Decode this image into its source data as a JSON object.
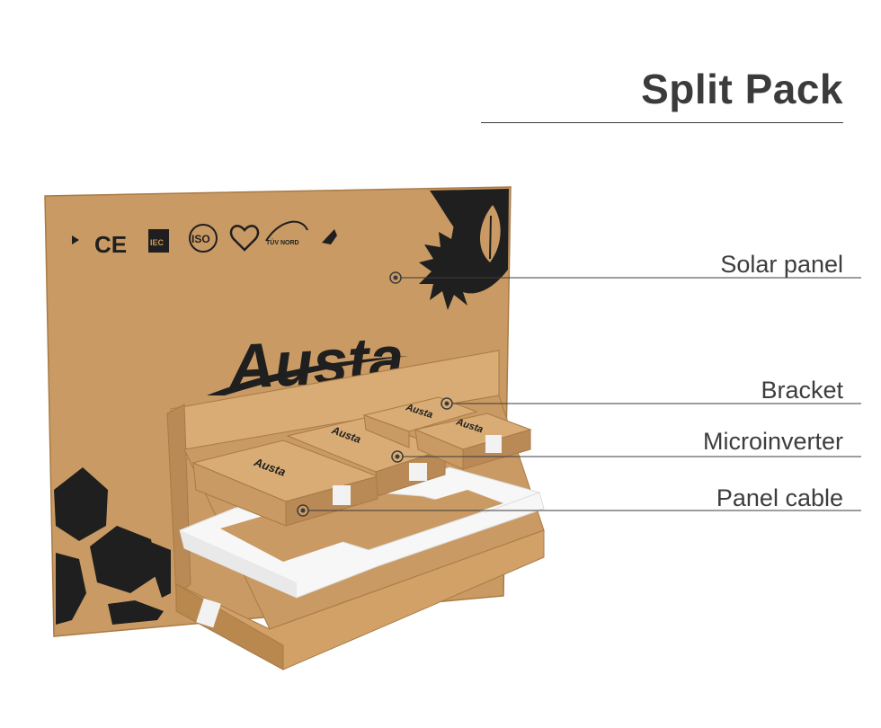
{
  "title": "Split Pack",
  "callouts": {
    "solar_panel": "Solar panel",
    "bracket": "Bracket",
    "microinverter": "Microinverter",
    "panel_cable": "Panel cable"
  },
  "brand": {
    "logo_text": "Austa",
    "cert_marks": [
      "CE",
      "IEC",
      "ISO",
      "TÜV NORD"
    ]
  },
  "colors": {
    "cardboard": "#c99a63",
    "cardboard_dark": "#a97a45",
    "cardboard_light": "#d8ac74",
    "print": "#1f1f1f",
    "foam": "#f7f7f7",
    "line": "#3b3b3b"
  }
}
